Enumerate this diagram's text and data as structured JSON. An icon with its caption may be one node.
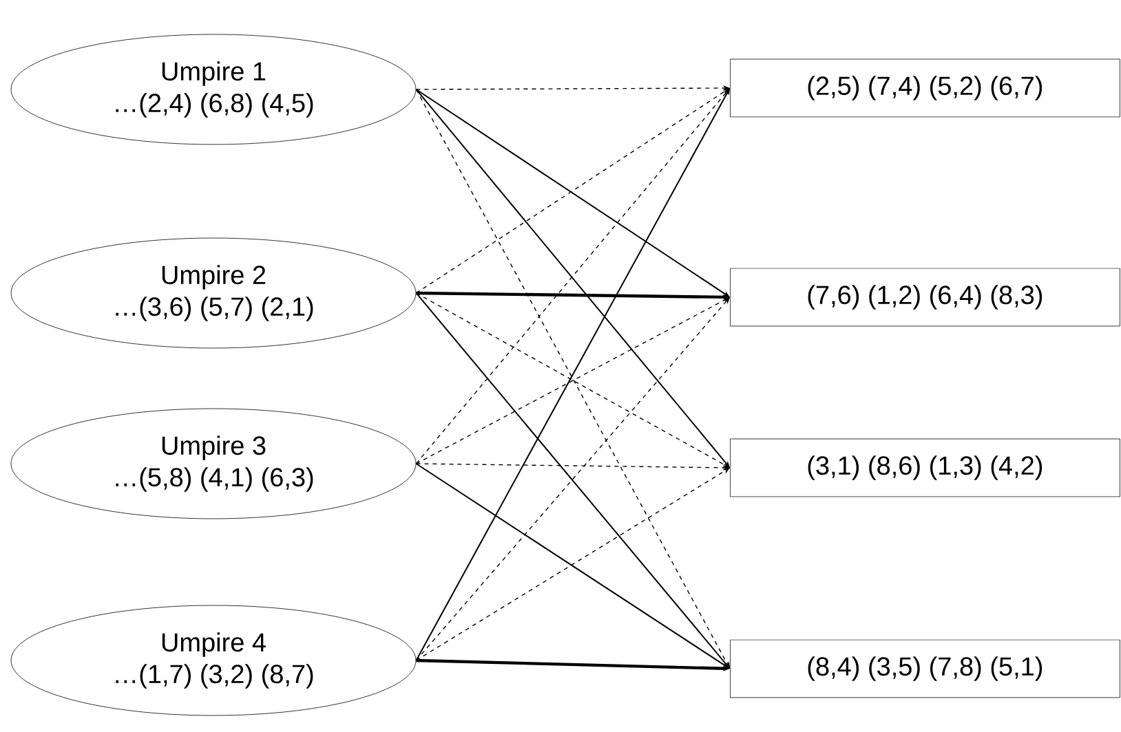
{
  "diagram": {
    "nodes": [
      {
        "text": [
          "Umpire 1",
          "…(2,4) (6,8) (4,5)"
        ]
      },
      {
        "text": [
          "Umpire 2",
          "…(3,6) (5,7) (2,1)"
        ]
      },
      {
        "text": [
          "Umpire 3",
          "…(5,8) (4,1) (6,3)"
        ]
      },
      {
        "text": [
          "Umpire 4",
          "…(1,7) (3,2) (8,7)"
        ]
      },
      {
        "text": [
          "(2,5) (7,4) (5,2) (6,7)"
        ]
      },
      {
        "text": [
          "(7,6) (1,2) (6,4) (8,3)"
        ]
      },
      {
        "text": [
          "(3,1) (8,6) (1,3) (4,2)"
        ]
      },
      {
        "text": [
          "(8,4) (3,5) (7,8) (5,1)"
        ]
      }
    ],
    "edges": [
      {
        "from": 0,
        "to": 4,
        "arrow": "to",
        "style": "dashed"
      },
      {
        "from": 0,
        "to": 5,
        "arrow": "to"
      },
      {
        "from": 0,
        "to": 6,
        "arrow": "to"
      },
      {
        "from": 0,
        "to": 7,
        "arrow": "to",
        "style": "dashed"
      },
      {
        "from": 1,
        "to": 4,
        "arrow": "to",
        "style": "dashed"
      },
      {
        "from": 1,
        "to": 5,
        "arrow": "to",
        "style": "thick"
      },
      {
        "from": 1,
        "to": 6,
        "arrow": "to",
        "style": "dashed"
      },
      {
        "from": 1,
        "to": 7,
        "arrow": "to"
      },
      {
        "from": 2,
        "to": 4,
        "arrow": "to",
        "style": "dashed"
      },
      {
        "from": 2,
        "to": 5,
        "arrow": "to",
        "style": "dashed"
      },
      {
        "from": 2,
        "to": 6,
        "arrow": "to",
        "style": "dashed"
      },
      {
        "from": 2,
        "to": 7,
        "arrow": "to"
      },
      {
        "from": 3,
        "to": 4,
        "arrow": "to"
      },
      {
        "from": 3,
        "to": 5,
        "arrow": "to",
        "style": "dashed"
      },
      {
        "from": 3,
        "to": 6,
        "arrow": "to",
        "style": "dashed"
      },
      {
        "from": 3,
        "to": 7,
        "arrow": "to",
        "style": "thick"
      }
    ]
  }
}
